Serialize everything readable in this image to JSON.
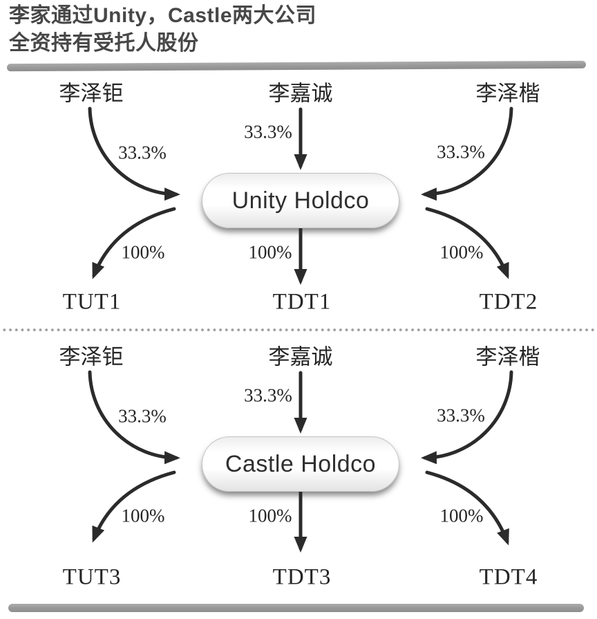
{
  "title": {
    "line1": "李家通过Unity，Castle两大公司",
    "line2": "全资持有受托人股份"
  },
  "sections": [
    {
      "holdco": "Unity Holdco",
      "owners": [
        {
          "name": "李泽钜",
          "share": "33.3%"
        },
        {
          "name": "李嘉诚",
          "share": "33.3%"
        },
        {
          "name": "李泽楷",
          "share": "33.3%"
        }
      ],
      "trusts": [
        {
          "name": "TUT1",
          "share": "100%"
        },
        {
          "name": "TDT1",
          "share": "100%"
        },
        {
          "name": "TDT2",
          "share": "100%"
        }
      ]
    },
    {
      "holdco": "Castle Holdco",
      "owners": [
        {
          "name": "李泽钜",
          "share": "33.3%"
        },
        {
          "name": "李嘉诚",
          "share": "33.3%"
        },
        {
          "name": "李泽楷",
          "share": "33.3%"
        }
      ],
      "trusts": [
        {
          "name": "TUT3",
          "share": "100%"
        },
        {
          "name": "TDT3",
          "share": "100%"
        },
        {
          "name": "TDT4",
          "share": "100%"
        }
      ]
    }
  ],
  "colors": {
    "arrow": "#2b2b2b",
    "divider_bar": "#9c9c9c",
    "dotted_divider": "#9e9e9e",
    "title_text": "#474747",
    "label_text": "#252525",
    "pill_border": "#c3c3c3"
  }
}
